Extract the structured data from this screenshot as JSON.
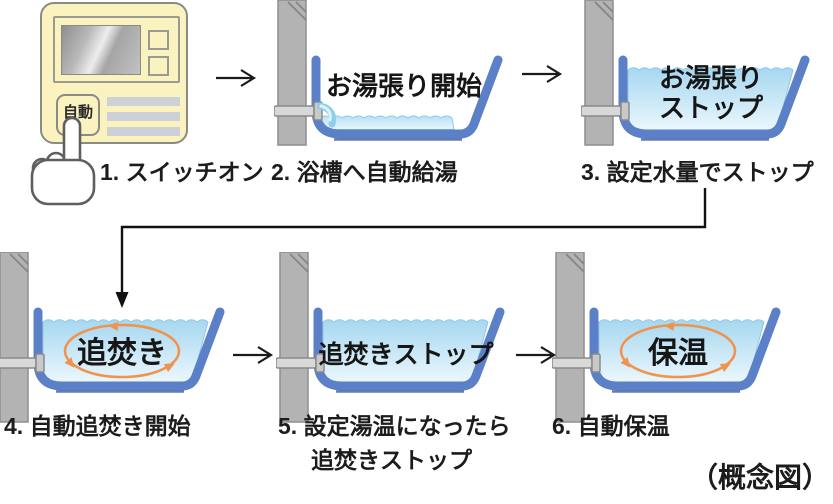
{
  "diagram": {
    "caption": "（概念図）"
  },
  "panel": {
    "auto_button": "自動"
  },
  "steps": [
    {
      "label": "1. スイッチオン"
    },
    {
      "label": "2. 浴槽へ自動給湯",
      "tub_text": "お湯張り開始"
    },
    {
      "label": "3. 設定水量でストップ",
      "tub_text": "お湯張り\nストップ"
    },
    {
      "label": "4. 自動追焚き開始",
      "tub_text": "追焚き"
    },
    {
      "label": "5. 設定湯温になったら",
      "label_line2": "追焚きストップ",
      "tub_text": "追焚きストップ"
    },
    {
      "label": "6. 自動保温",
      "tub_text": "保温"
    }
  ],
  "colors": {
    "tub_blue": "#5c80c7",
    "water_top": "#a6d7f0",
    "water_bottom": "#ebf7fd",
    "wall_gray": "#b3b3b3",
    "panel_yellow": "#faf2bf",
    "circulation_orange": "#ef944d",
    "text_black": "#1c1c1c"
  }
}
